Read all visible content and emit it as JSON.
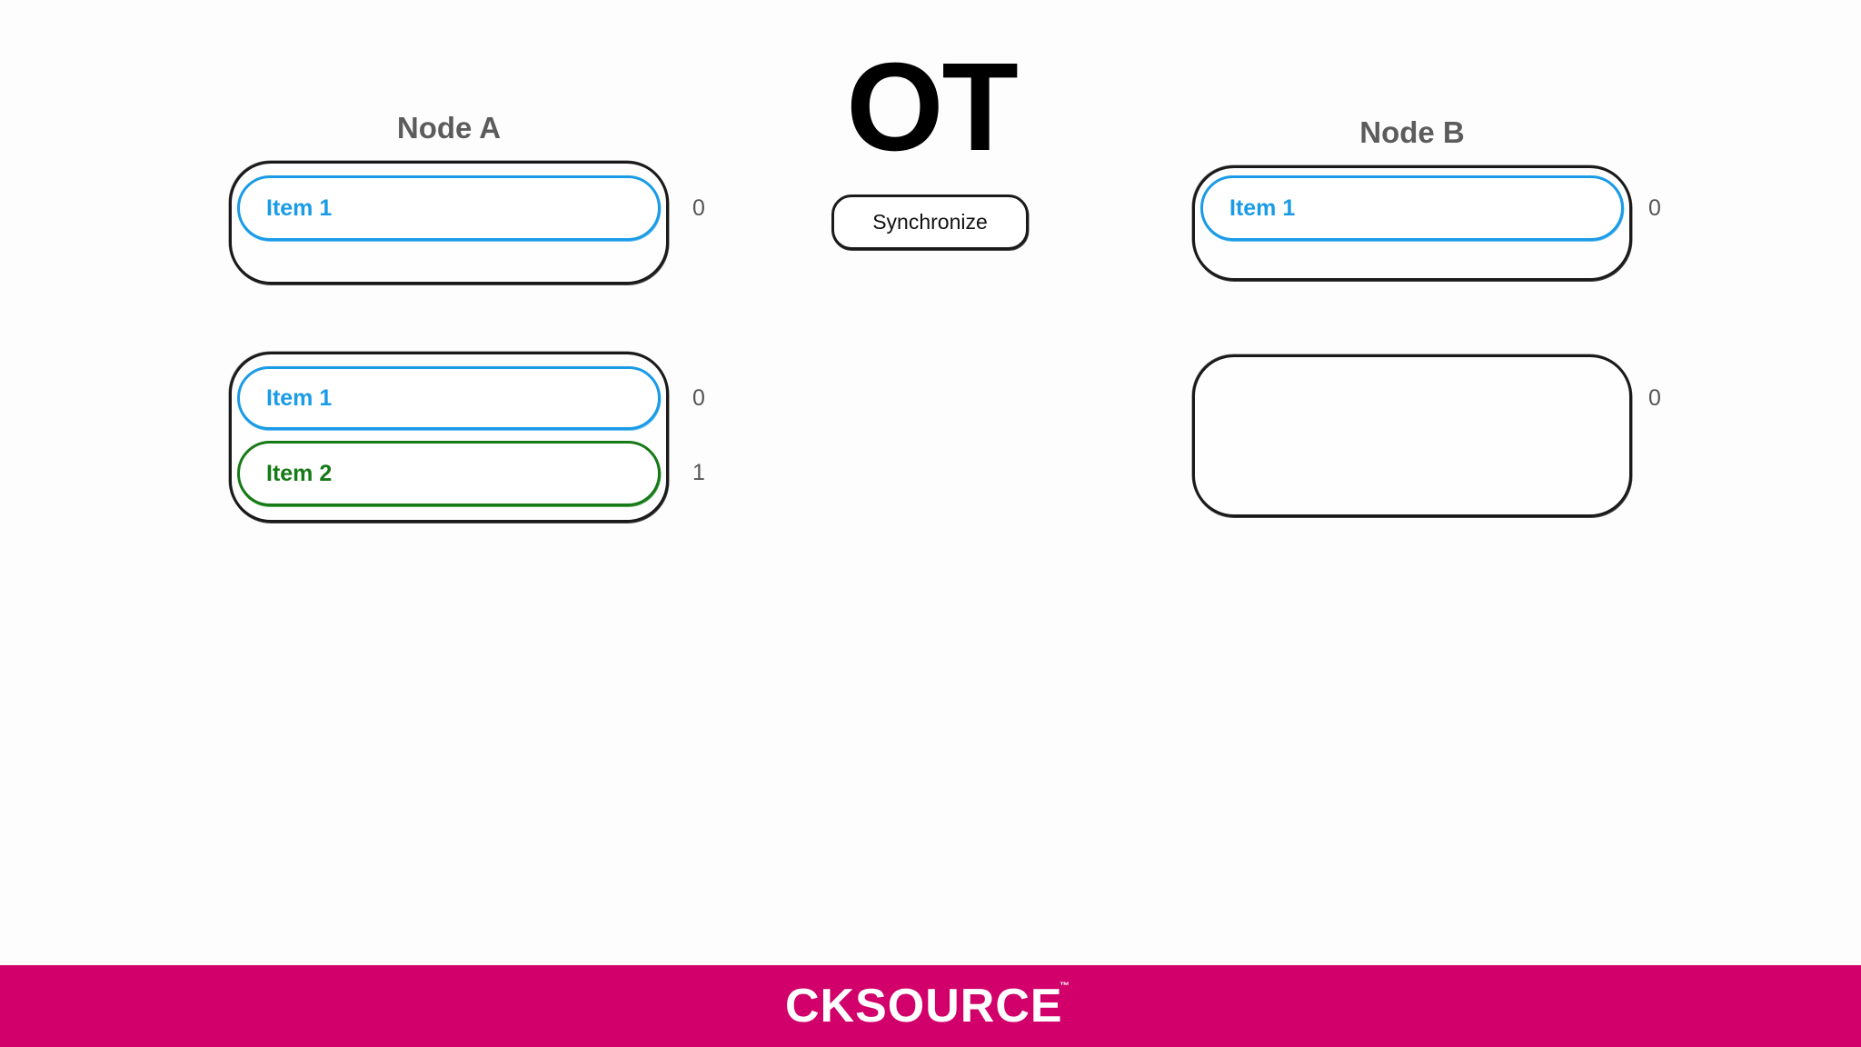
{
  "title": "OT",
  "sync_button_label": "Synchronize",
  "node_a": {
    "label": "Node A",
    "top_list": {
      "items": [
        {
          "label": "Item 1",
          "color": "#1a9be6"
        }
      ],
      "indices": [
        "0"
      ]
    },
    "bottom_list": {
      "items": [
        {
          "label": "Item 1",
          "color": "#1a9be6"
        },
        {
          "label": "Item 2",
          "color": "#167a16"
        }
      ],
      "indices": [
        "0",
        "1"
      ]
    }
  },
  "node_b": {
    "label": "Node B",
    "top_list": {
      "items": [
        {
          "label": "Item 1",
          "color": "#1a9be6"
        }
      ],
      "indices": [
        "0"
      ]
    },
    "bottom_list": {
      "items": [],
      "indices": [
        "0"
      ]
    }
  },
  "footer": {
    "brand": "CKSOURCE",
    "trademark": "™",
    "color": "#d1006a"
  }
}
